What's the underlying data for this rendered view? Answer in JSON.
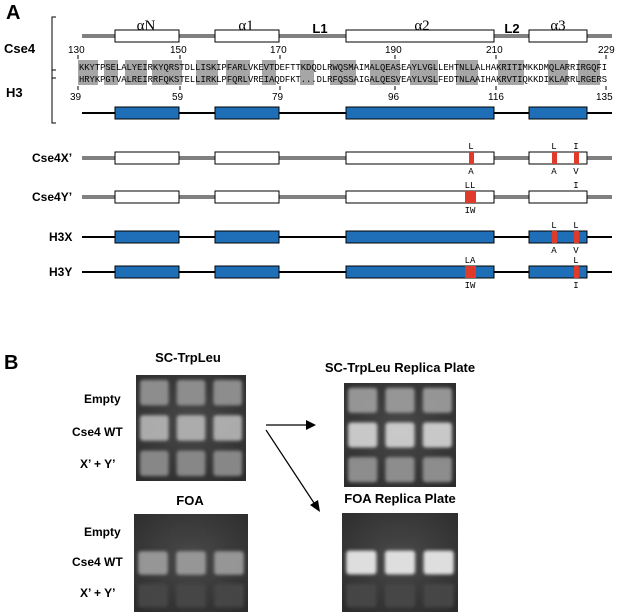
{
  "panel_a": {
    "label": "A",
    "regions": [
      "αN",
      "α1",
      "L1",
      "α2",
      "L2",
      "α3"
    ],
    "cse4_label": "Cse4",
    "h3_label": "H3",
    "cse4_ticks": [
      "130",
      "150",
      "170",
      "190",
      "210",
      "229"
    ],
    "h3_ticks": [
      "39",
      "59",
      "79",
      "96",
      "116",
      "135"
    ],
    "cse4_sequence": "KKYTPSELALYEIRKYQRSTDLLISKIPFARLVKEVTDEFTTKDQDLRWQSMAIMALQEASEAYLVGLLEHTNLLALHAKRITIMKKDMQLARRIRGQFI",
    "h3_sequence": "HRYKPGTVALREIRRFQKSTELLIRKLPFQRLVREIAQDFKT...DLRFQSSAIGALQESVEAYLVSLFEDTNLAAIHAKRVTIQKKDIKLARRLRGERS",
    "constructs": [
      {
        "name": "Cse4X’",
        "top": [
          "L",
          "L",
          "I"
        ],
        "bottom": [
          "A",
          "A",
          "V"
        ]
      },
      {
        "name": "Cse4Y’",
        "top": [
          "LL",
          "I"
        ],
        "bottom": [
          "IW"
        ]
      },
      {
        "name": "H3X",
        "top": [
          "L",
          "L"
        ],
        "bottom": [
          "A",
          "V"
        ]
      },
      {
        "name": "H3Y",
        "top": [
          "LA",
          "L"
        ],
        "bottom": [
          "IW",
          "I"
        ]
      }
    ]
  },
  "panel_b": {
    "label": "B",
    "plates": [
      {
        "title": "SC-TrpLeu"
      },
      {
        "title": "SC-TrpLeu Replica Plate"
      },
      {
        "title": "FOA"
      },
      {
        "title": "FOA Replica Plate"
      }
    ],
    "rows": [
      "Empty",
      "Cse4 WT",
      "X’ + Y’"
    ],
    "growth": {
      "sc": [
        0.45,
        0.62,
        0.42
      ],
      "sc_replica": [
        0.5,
        0.78,
        0.45
      ],
      "foa": [
        0.0,
        0.5,
        0.05
      ],
      "foa_replica": [
        0.0,
        0.9,
        0.05
      ]
    }
  },
  "colors": {
    "helix_blue": "#1f6fb8",
    "mutation_red": "#e03a2a",
    "identity_gray": "#9b9b9b",
    "plate_dark": "#3a3a3a"
  }
}
